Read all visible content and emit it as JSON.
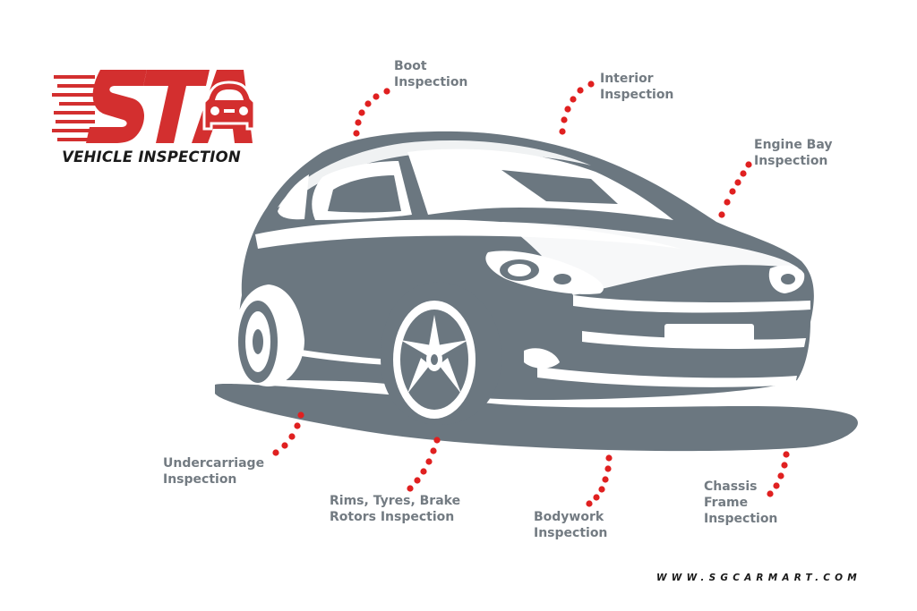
{
  "logo": {
    "mark": "STA",
    "subtitle": "VEHICLE INSPECTION",
    "icon": "car-icon",
    "brand_color": "#d32f2f"
  },
  "car": {
    "icon": "car-silhouette",
    "body_color": "#6b7780"
  },
  "callouts": {
    "boot": {
      "lines": [
        "Boot",
        "Inspection"
      ]
    },
    "interior": {
      "lines": [
        "Interior",
        "Inspection"
      ]
    },
    "engine_bay": {
      "lines": [
        "Engine Bay",
        "Inspection"
      ]
    },
    "undercarriage": {
      "lines": [
        "Undercarriage",
        "Inspection"
      ]
    },
    "rims": {
      "lines": [
        "Rims, Tyres, Brake",
        "Rotors Inspection"
      ]
    },
    "bodywork": {
      "lines": [
        "Bodywork",
        "Inspection"
      ]
    },
    "chassis": {
      "lines": [
        "Chassis",
        "Frame",
        "Inspection"
      ]
    }
  },
  "dot_color": "#e02020",
  "label_color": "#737b82",
  "footer": {
    "website": "WWW.SGCARMART.COM"
  }
}
